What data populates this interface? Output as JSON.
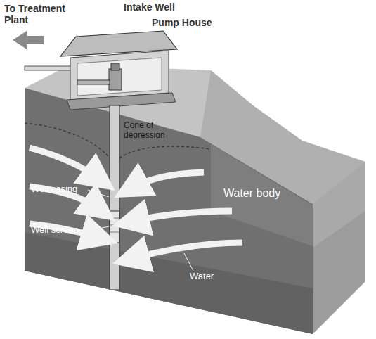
{
  "diagram": {
    "labels": [
      "To Treatment Plant",
      "Intake Well",
      "Pump House",
      "Cone of depression",
      "Well casing",
      "Well screen",
      "Water body",
      "Water"
    ]
  }
}
